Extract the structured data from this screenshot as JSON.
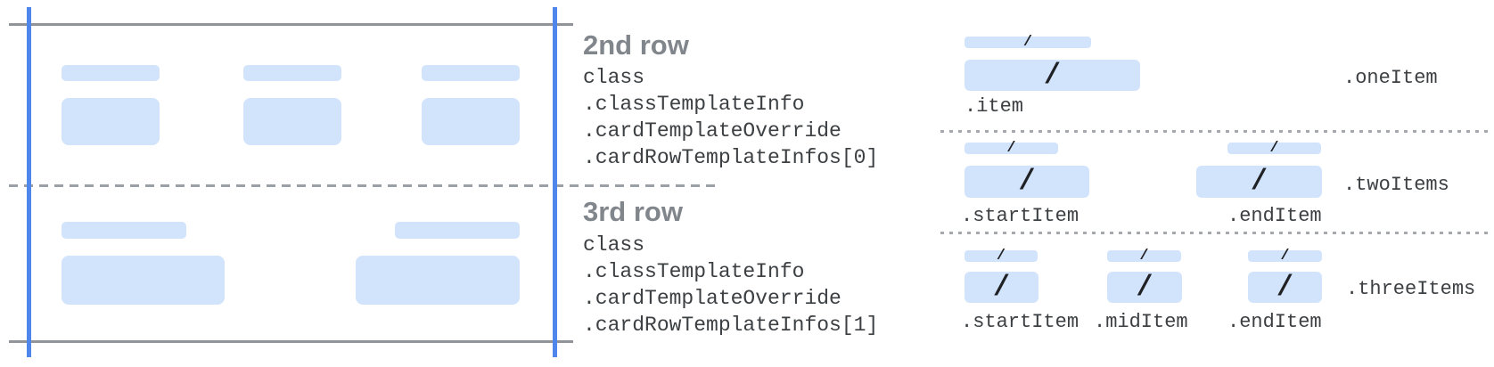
{
  "glyphs": {
    "slash": "/"
  },
  "colors": {
    "field_fill": "#d2e3fc",
    "guide_blue": "#4e86ec",
    "guide_gray": "#909499",
    "dash_gray": "#9aa0a6",
    "heading_gray": "#80868b",
    "code_text": "#3c4043",
    "slash_text": "#202124"
  },
  "rows": [
    {
      "heading": "2nd row",
      "code_lines": [
        "class",
        ".classTemplateInfo",
        ".cardTemplateOverride",
        ".cardRowTemplateInfos[0]"
      ]
    },
    {
      "heading": "3rd row",
      "code_lines": [
        "class",
        ".classTemplateInfo",
        ".cardTemplateOverride",
        ".cardRowTemplateInfos[1]"
      ]
    }
  ],
  "templates": [
    {
      "name": ".oneItem",
      "items": [
        ".item"
      ]
    },
    {
      "name": ".twoItems",
      "items": [
        ".startItem",
        ".endItem"
      ]
    },
    {
      "name": ".threeItems",
      "items": [
        ".startItem",
        ".midItem",
        ".endItem"
      ]
    }
  ]
}
